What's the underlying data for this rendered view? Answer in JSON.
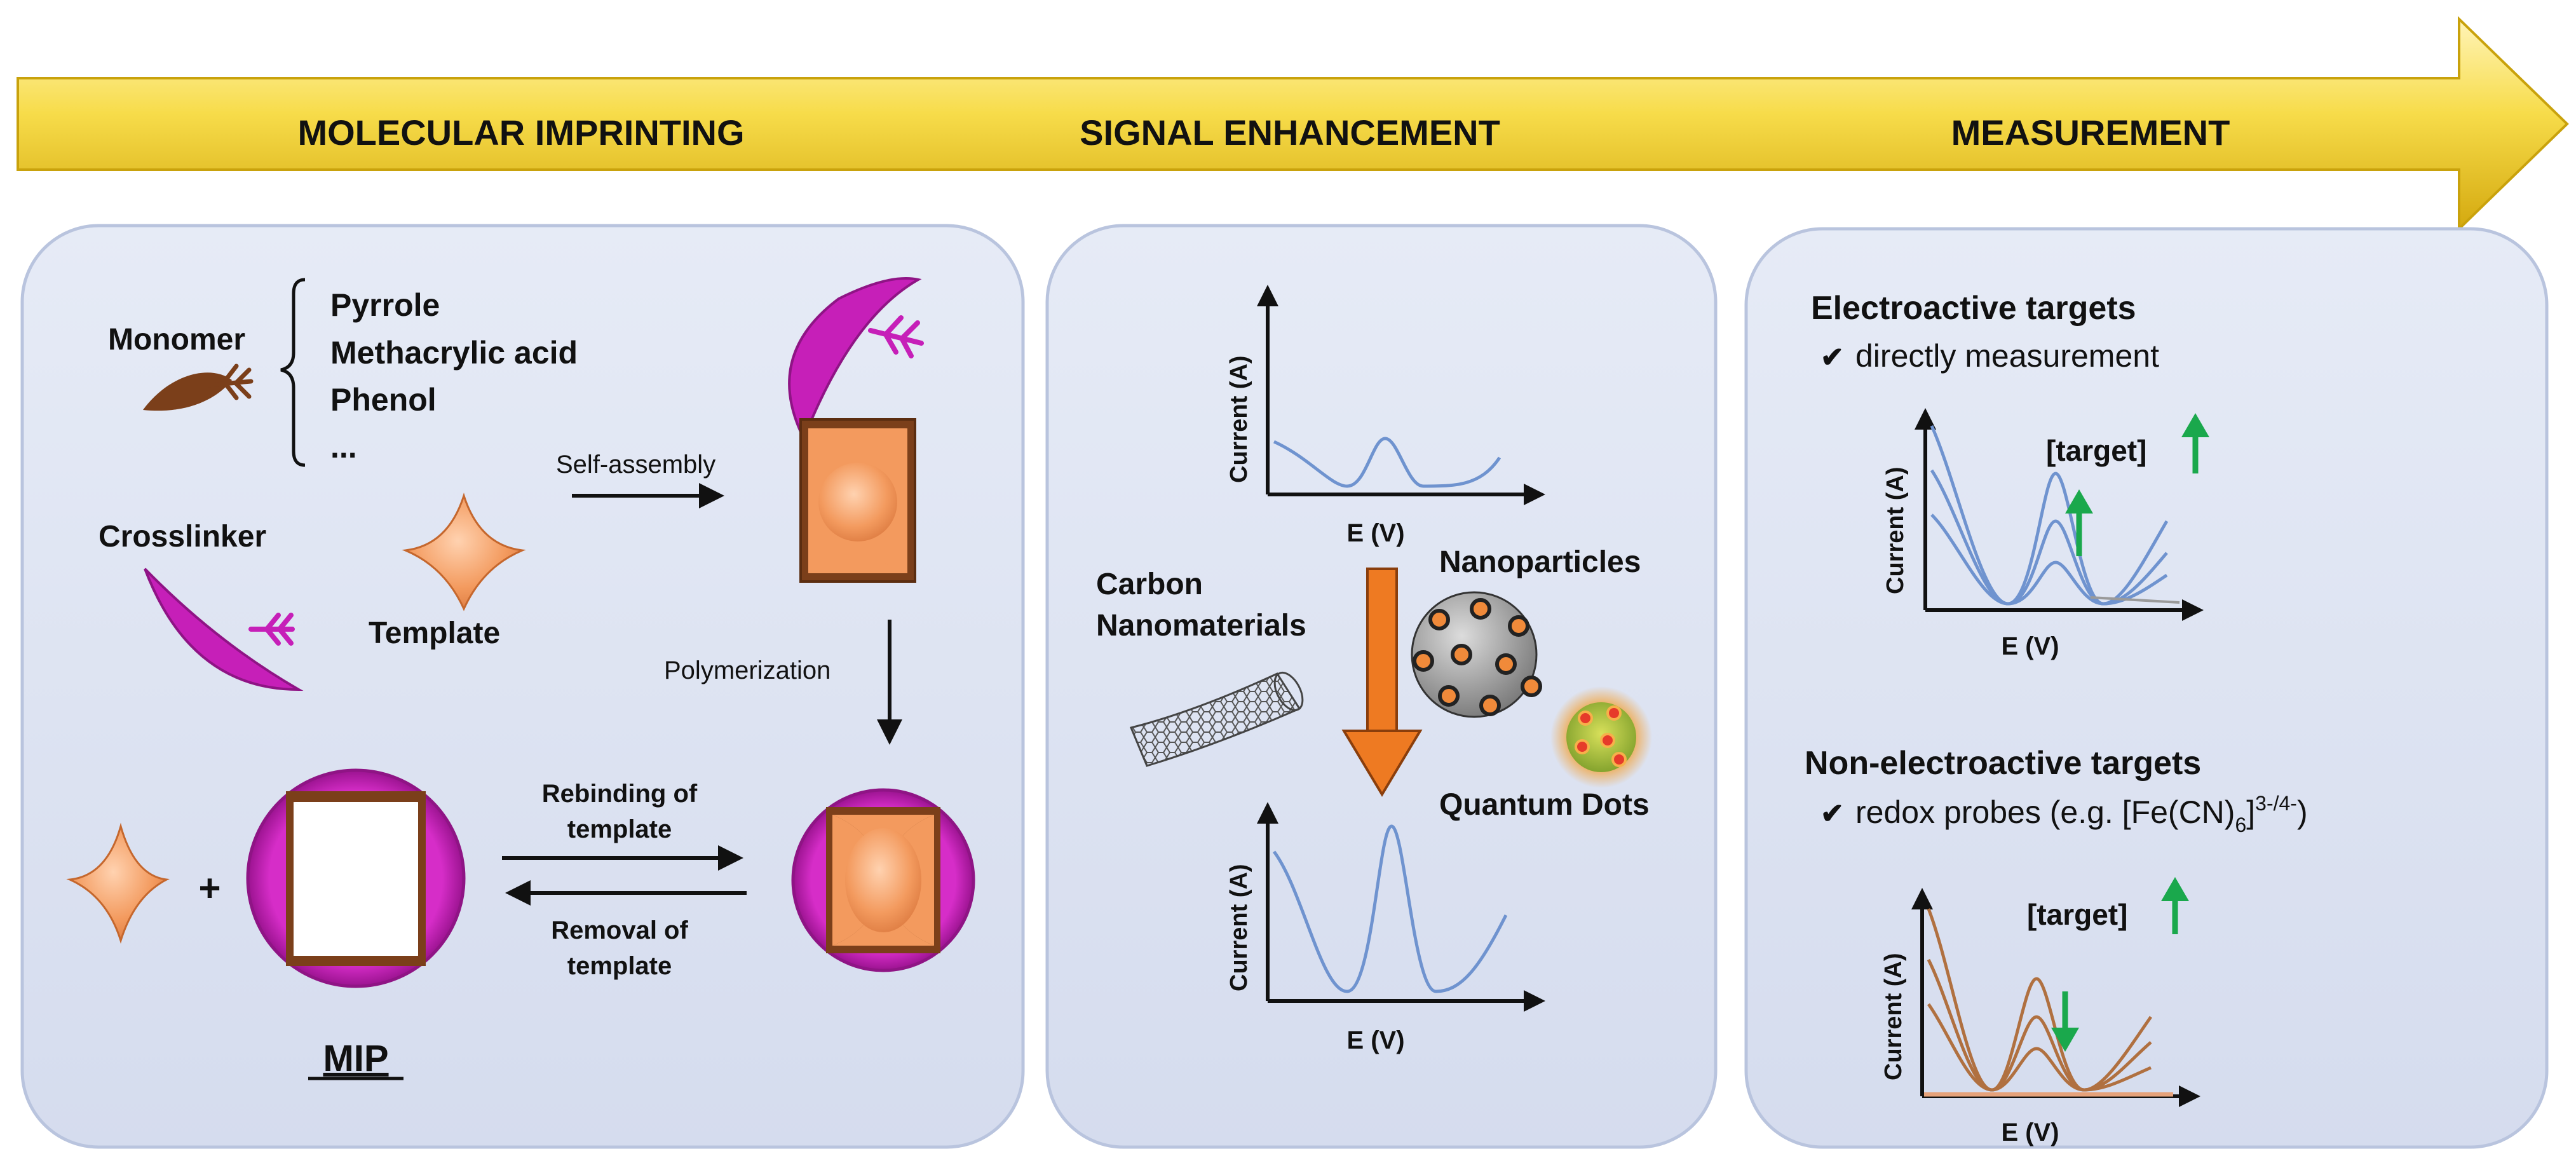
{
  "arrow": {
    "stages": [
      "MOLECULAR IMPRINTING",
      "SIGNAL ENHANCEMENT",
      "MEASUREMENT"
    ],
    "color": "#f5d63a"
  },
  "panel1": {
    "monomer_label": "Monomer",
    "monomer_options": [
      "Pyrrole",
      "Methacrylic acid",
      "Phenol",
      "..."
    ],
    "crosslinker_label": "Crosslinker",
    "template_label": "Template",
    "self_assembly_label": "Self-assembly",
    "polymerization_label": "Polymerization",
    "rebinding_line1": "Rebinding of",
    "rebinding_line2": "template",
    "removal_line1": "Removal of",
    "removal_line2": "template",
    "plus": "+",
    "mip_label": "MIP"
  },
  "panel2": {
    "carbon_line1": "Carbon",
    "carbon_line2": "Nanomaterials",
    "nanoparticles_label": "Nanoparticles",
    "quantum_dots_label": "Quantum Dots",
    "y_axis_label": "Current (A)",
    "x_axis_label": "E (V)"
  },
  "panel3": {
    "electroactive_title": "Electroactive targets",
    "electroactive_item": "directly measurement",
    "nonelectroactive_title": "Non-electroactive targets",
    "nonelectroactive_item_prefix": "redox probes (e.g. [Fe(CN)",
    "nonelectroactive_item_sub": "6",
    "nonelectroactive_item_close": "]",
    "nonelectroactive_item_sup": "3-/4-",
    "nonelectroactive_item_suffix": ")",
    "target_label": "[target]",
    "y_axis_label": "Current (A)",
    "x_axis_label": "E (V)"
  },
  "colors": {
    "panel_fill": "#dde3f1",
    "magenta": "#c61fb8",
    "brown": "#7b3f1a",
    "orange": "#f39a5e",
    "curve_blue": "#6f93cf",
    "curve_brown": "#b07040",
    "green": "#1aa84c",
    "arrow_orange": "#ee7a22"
  }
}
